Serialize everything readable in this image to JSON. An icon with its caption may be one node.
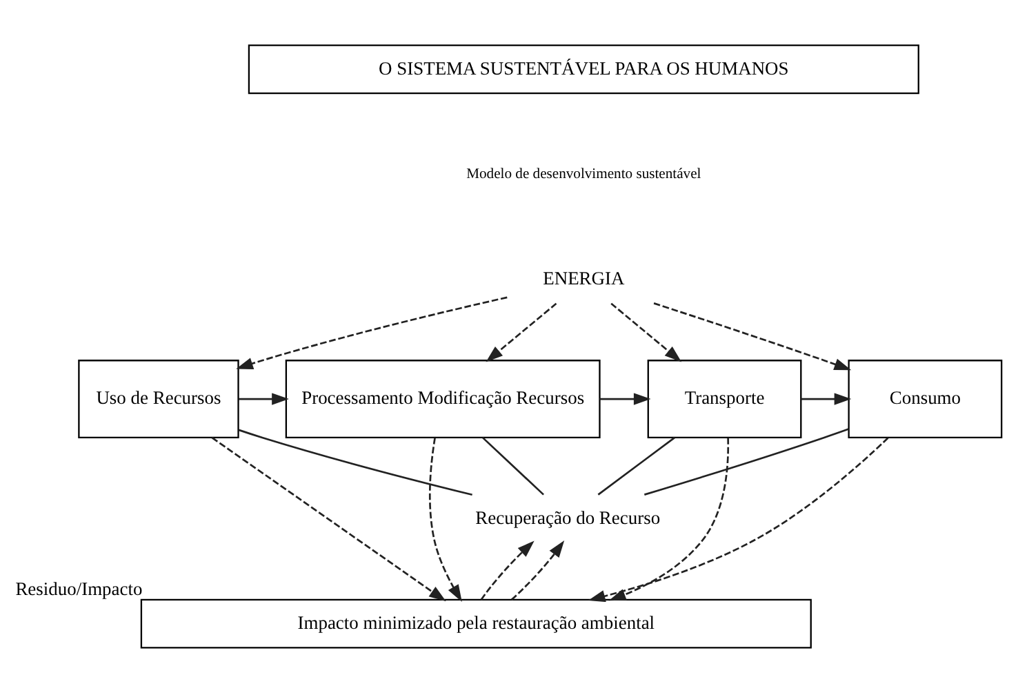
{
  "diagram": {
    "nodes": [
      {
        "text": [
          "O SISTEMA SUSTENTÁVEL PARA OS HUMANOS"
        ]
      },
      {
        "text": [
          "ENERGIA"
        ]
      },
      {
        "text": [
          "Uso de Recursos"
        ]
      },
      {
        "text": [
          "Processamento Modificação Recursos"
        ]
      },
      {
        "text": [
          "Transporte"
        ]
      },
      {
        "text": [
          "Consumo"
        ]
      },
      {
        "text": [
          "Recuperação do Recurso"
        ]
      },
      {
        "text": [
          "Impacto minimizado pela restauração ambiental"
        ],
        "beside": [
          "Residuo/Impacto"
        ]
      }
    ],
    "edges": [
      {
        "from": 1,
        "to": 2,
        "arrow": "to",
        "style": "dashed"
      },
      {
        "from": 1,
        "to": 3,
        "arrow": "to",
        "style": "dashed"
      },
      {
        "from": 1,
        "to": 4,
        "arrow": "to",
        "style": "dashed"
      },
      {
        "from": 1,
        "to": 5,
        "arrow": "to",
        "style": "dashed"
      },
      {
        "from": 2,
        "to": 3,
        "arrow": "to"
      },
      {
        "from": 3,
        "to": 4,
        "arrow": "to"
      },
      {
        "from": 4,
        "to": 5,
        "arrow": "to"
      },
      {
        "from": 2,
        "to": 6,
        "arrow": "none"
      },
      {
        "from": 3,
        "to": 6,
        "arrow": "none"
      },
      {
        "from": 4,
        "to": 6,
        "arrow": "none"
      },
      {
        "from": 5,
        "to": 6,
        "arrow": "none"
      },
      {
        "from": 2,
        "to": 7,
        "arrow": "to",
        "style": "dashed"
      },
      {
        "from": 3,
        "to": 7,
        "arrow": "to",
        "style": "dashed"
      },
      {
        "from": 4,
        "to": 7,
        "arrow": "to",
        "style": "dashed"
      },
      {
        "from": 5,
        "to": 7,
        "arrow": "to",
        "style": "dashed"
      },
      {
        "from": 7,
        "to": 6,
        "arrow": "to",
        "style": "dashed"
      },
      {
        "from": 7,
        "to": 6,
        "arrow": "to",
        "style": "dashed"
      }
    ],
    "labels": [
      "Modelo de desenvolvimento sustentável"
    ]
  }
}
